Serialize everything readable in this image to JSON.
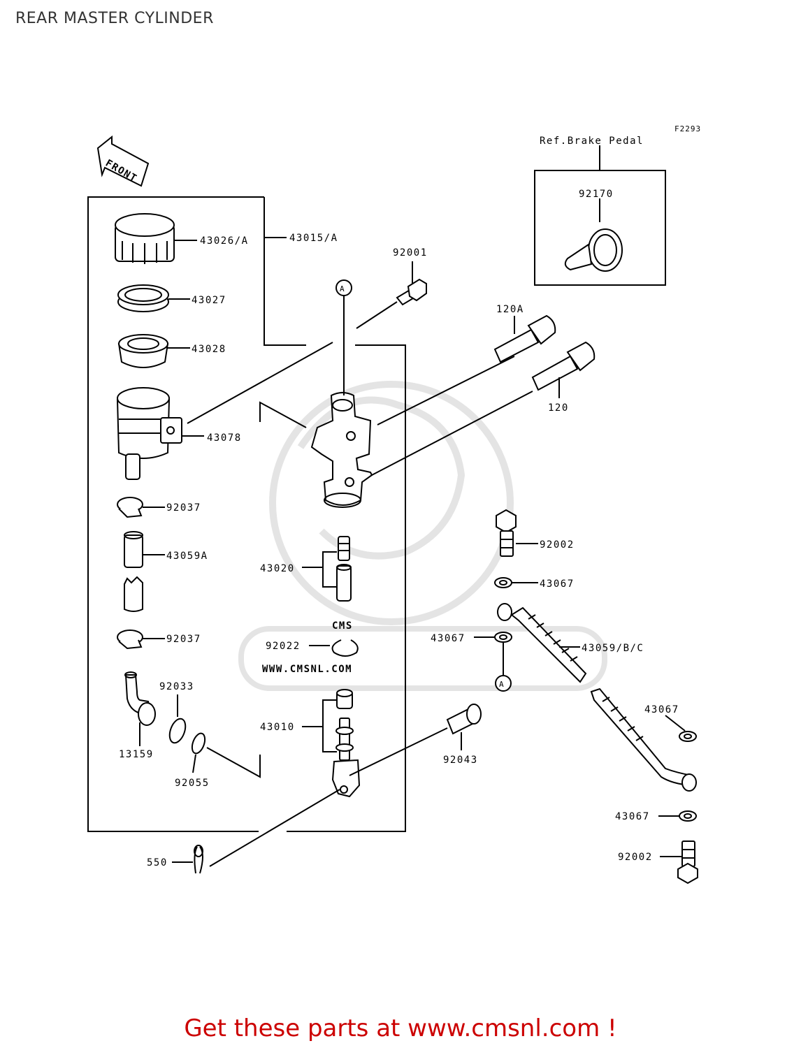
{
  "page": {
    "title": "REAR MASTER CYLINDER"
  },
  "diagram": {
    "figure_code": "F2293",
    "ref_label": "Ref.Brake Pedal",
    "front_label": "FRONT",
    "marker_label": "A",
    "watermark": {
      "brand": "CMS",
      "url": "WWW.CMSNL.COM"
    },
    "parts": {
      "p43026A": "43026/A",
      "p43015A": "43015/A",
      "p43027": "43027",
      "p43028": "43028",
      "p43078": "43078",
      "p92037a": "92037",
      "p43059A": "43059A",
      "p92037b": "92037",
      "p92033": "92033",
      "p13159": "13159",
      "p92055": "92055",
      "p92001": "92001",
      "p120A": "120A",
      "p120": "120",
      "p92170": "92170",
      "p43020": "43020",
      "p92022": "92022",
      "p43010": "43010",
      "p92043": "92043",
      "p550": "550",
      "p92002a": "92002",
      "p43067a": "43067",
      "p43067b": "43067",
      "p43059BC": "43059/B/C",
      "p43067c": "43067",
      "p43067d": "43067",
      "p92002b": "92002"
    }
  },
  "footer": {
    "text": "Get these parts at www.cmsnl.com !"
  }
}
